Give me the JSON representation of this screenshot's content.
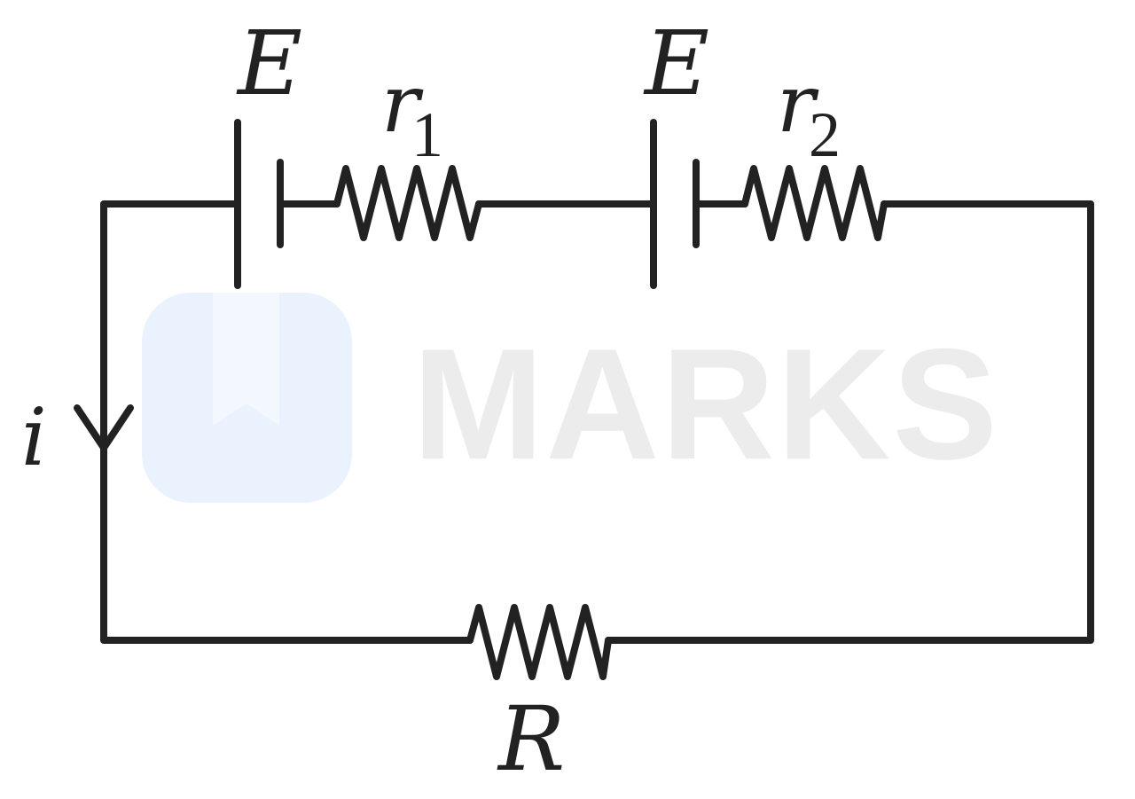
{
  "watermark": {
    "text": "MARKS",
    "badge_color": "#eaf3fd",
    "text_color": "#ececec"
  },
  "circuit": {
    "cell1": {
      "emf_label": "E"
    },
    "resistor1": {
      "label": "r",
      "subscript": "1"
    },
    "cell2": {
      "emf_label": "E"
    },
    "resistor2": {
      "label": "r",
      "subscript": "2"
    },
    "current": {
      "label": "i",
      "direction": "down"
    },
    "load": {
      "label": "R"
    },
    "wire_color": "#222222"
  }
}
